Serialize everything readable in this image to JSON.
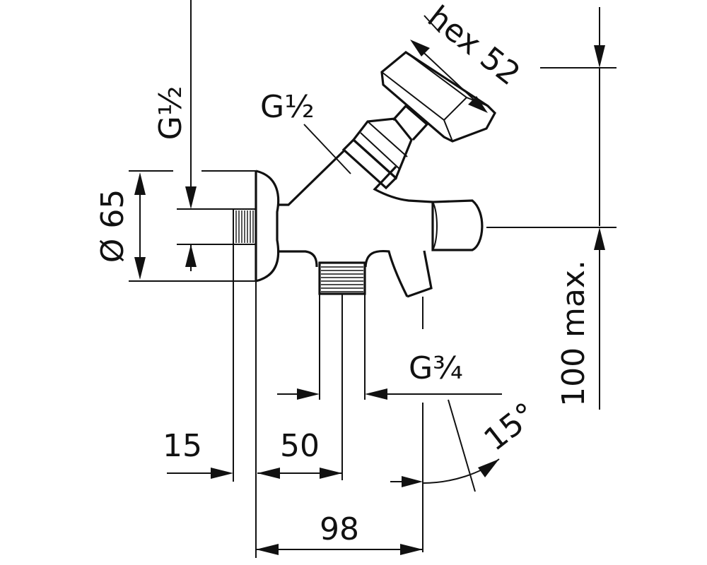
{
  "labels": {
    "thread_left_vertical": "G½",
    "thread_top": "G½",
    "thread_bottom": "G¾",
    "hex": "hex 52",
    "diameter": "Ø 65",
    "height_max": "100 max.",
    "angle": "15°",
    "dim_15": "15",
    "dim_50": "50",
    "dim_98": "98"
  },
  "colors": {
    "ink": "#111111",
    "paper": "#ffffff"
  }
}
